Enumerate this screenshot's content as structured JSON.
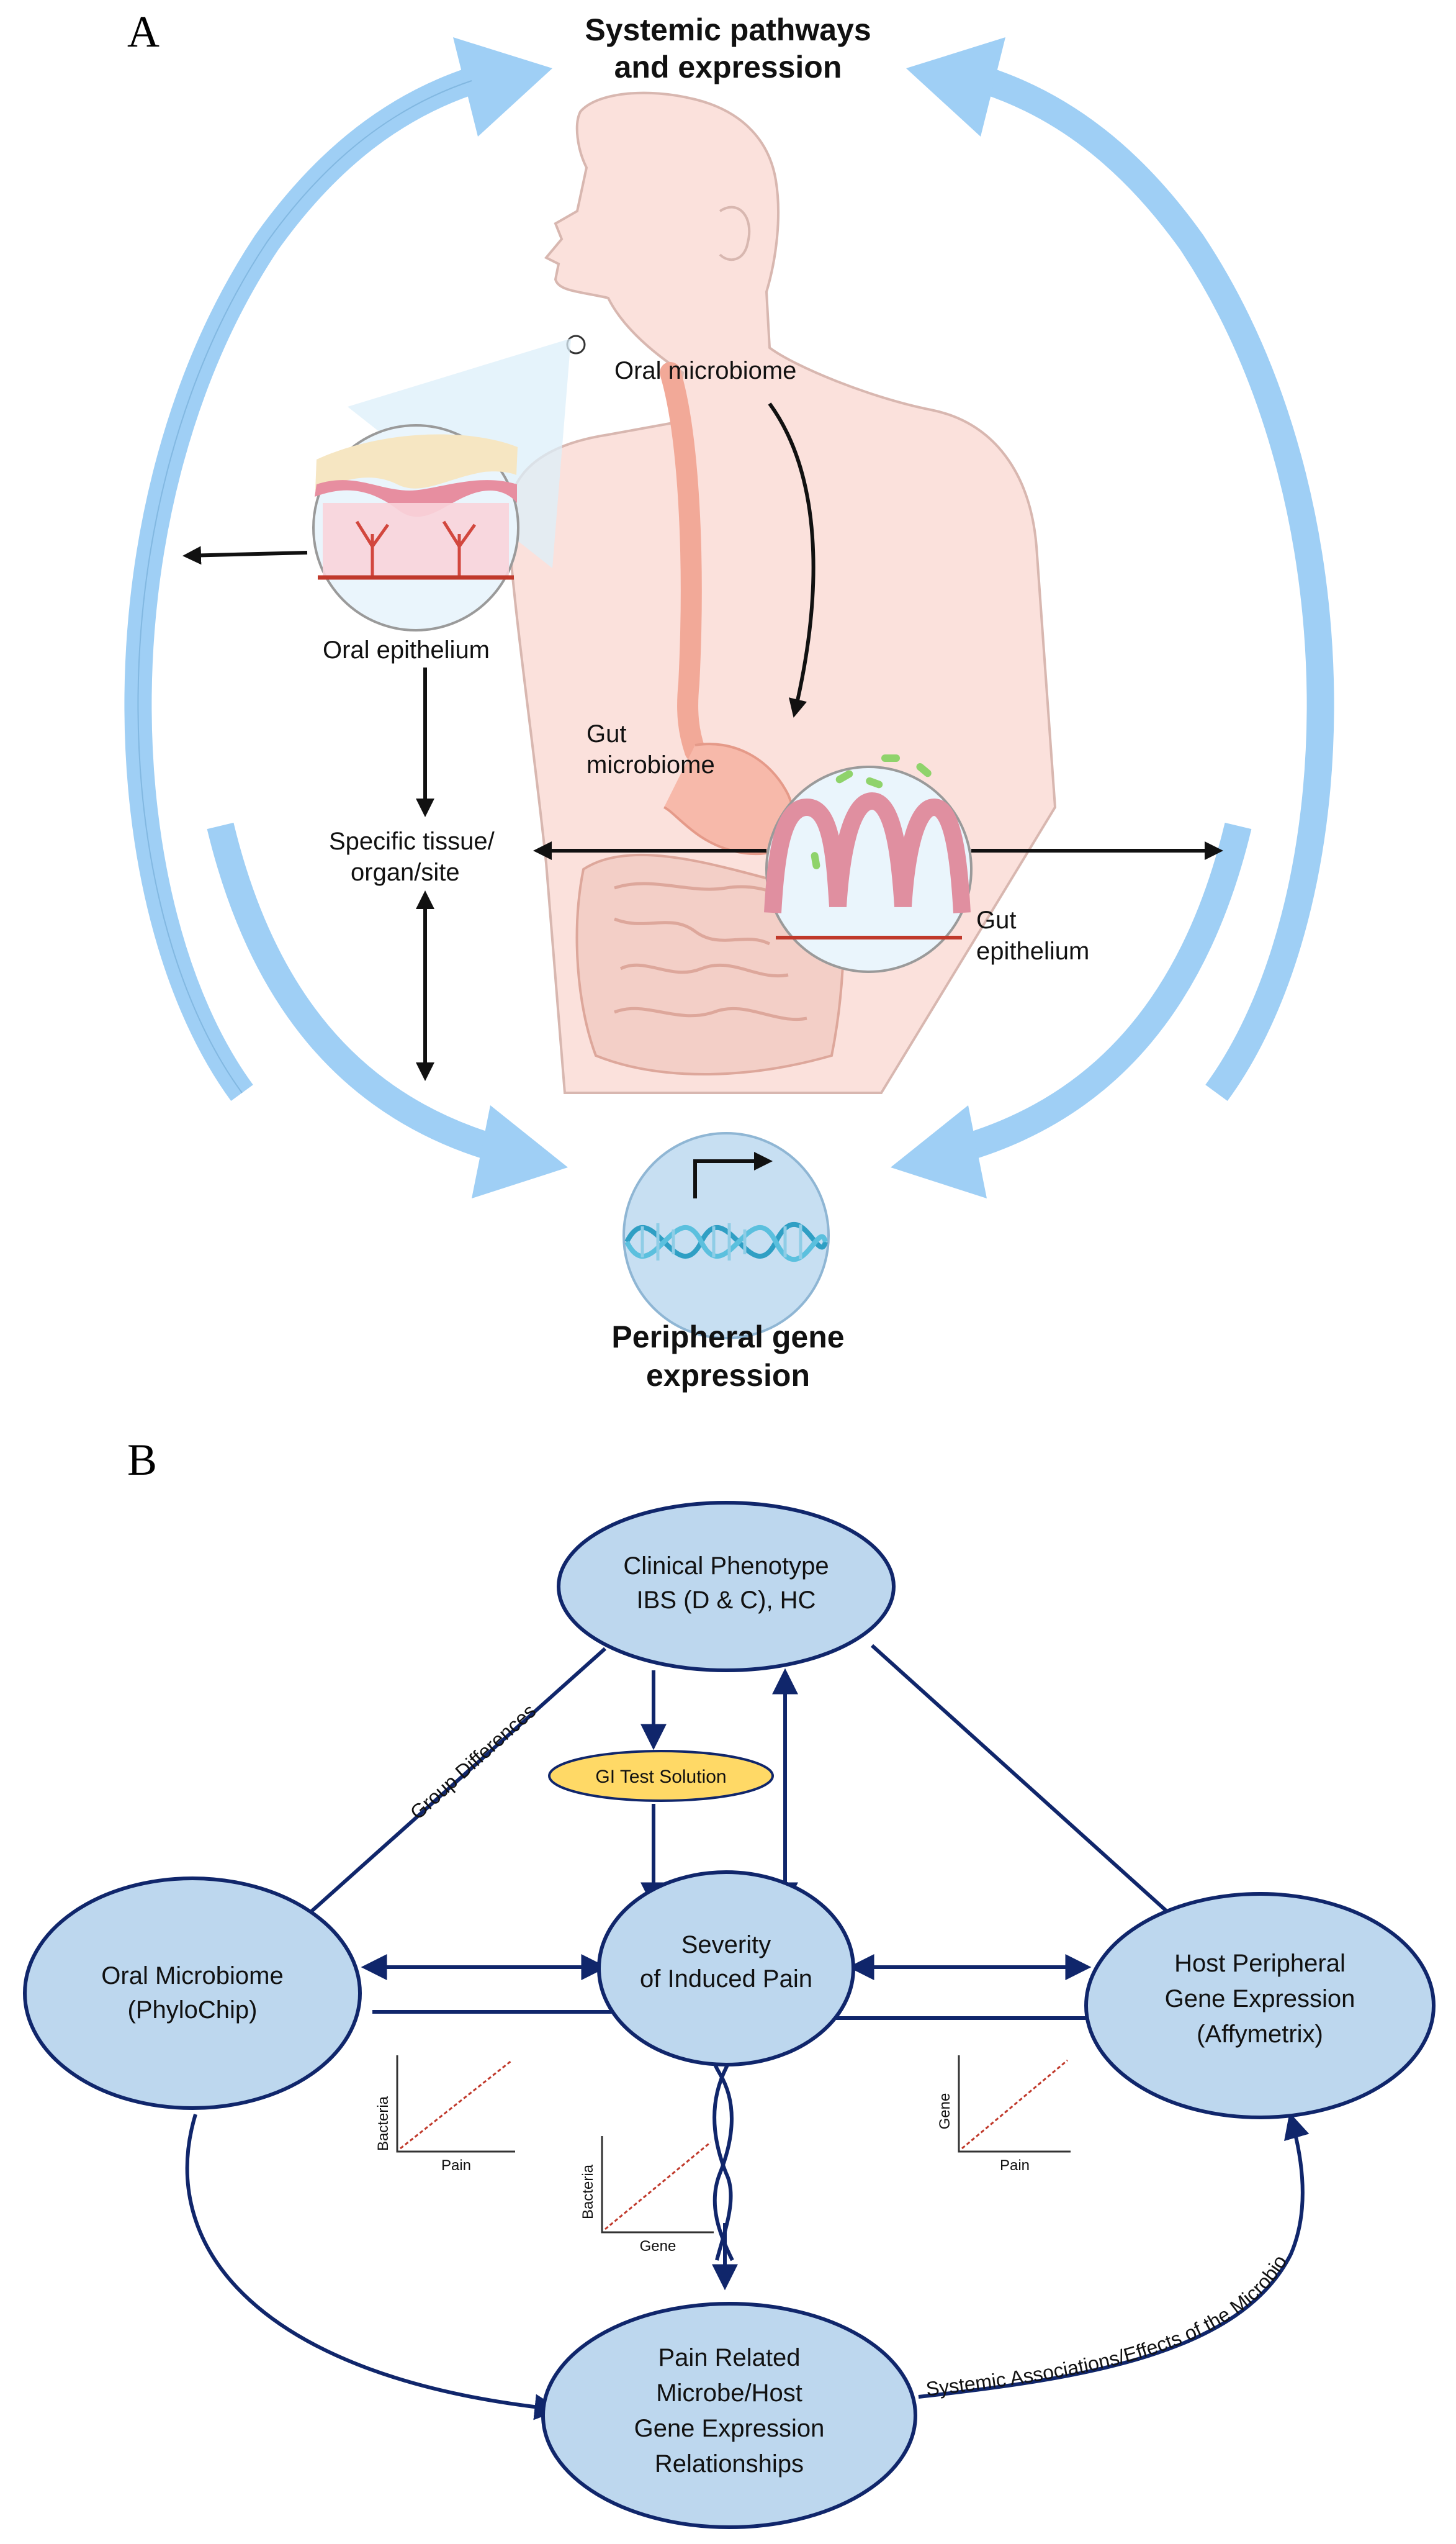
{
  "panel_a": {
    "letter": "A",
    "title_line1": "Systemic pathways",
    "title_line2": "and expression",
    "oral_microbiome": "Oral microbiome",
    "oral_epithelium": "Oral epithelium",
    "gut_microbiome_line1": "Gut",
    "gut_microbiome_line2": "microbiome",
    "specific_tissue_line1": "Specific tissue/",
    "specific_tissue_line2": "organ/site",
    "gut_epithelium_line1": "Gut",
    "gut_epithelium_line2": "epithelium",
    "peripheral_line1": "Peripheral gene",
    "peripheral_line2": "expression"
  },
  "panel_b": {
    "letter": "B",
    "clinical_line1": "Clinical Phenotype",
    "clinical_line2": "IBS (D & C), HC",
    "gi_test": "GI Test Solution",
    "severity_line1": "Severity",
    "severity_line2": "of Induced Pain",
    "oral_line1": "Oral Microbiome",
    "oral_line2": "(PhyloChip)",
    "host_line1": "Host Peripheral",
    "host_line2": "Gene Expression",
    "host_line3": "(Affymetrix)",
    "pain_line1": "Pain Related",
    "pain_line2": "Microbe/Host",
    "pain_line3": "Gene Expression",
    "pain_line4": "Relationships",
    "group_differences": "Group Differences",
    "systemic_assoc": "Systemic Associations/Effects of the Microbiome",
    "mini_left_y": "Bacteria",
    "mini_left_x": "Pain",
    "mini_mid_y": "Bacteria",
    "mini_mid_x": "Gene",
    "mini_right_y": "Gene",
    "mini_right_x": "Pain"
  },
  "colors": {
    "big_arrow": "#9fcff5",
    "node_fill": "#bdd7ee",
    "navy": "#10266b",
    "gi_fill": "#ffd966",
    "skin": "#fbe1dc"
  }
}
